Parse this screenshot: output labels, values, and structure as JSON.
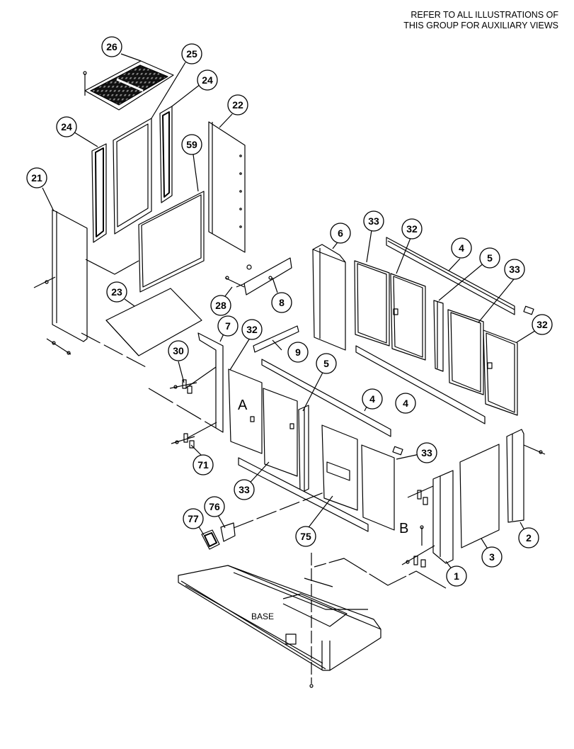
{
  "header": {
    "note_line1": "REFER TO ALL ILLUSTRATIONS OF",
    "note_line2": "THIS GROUP FOR AUXILIARY VIEWS"
  },
  "callouts": {
    "c26": "26",
    "c25": "25",
    "c24a": "24",
    "c24b": "24",
    "c22": "22",
    "c59": "59",
    "c21": "21",
    "c23": "23",
    "c28": "28",
    "c8": "8",
    "c6": "6",
    "c33a": "33",
    "c32a": "32",
    "c4a": "4",
    "c5a": "5",
    "c33b": "33",
    "c32b": "32",
    "c7": "7",
    "c32c": "32",
    "c30": "30",
    "c9": "9",
    "c5b": "5",
    "c4b": "4",
    "c4c": "4",
    "c33c": "33",
    "c71": "71",
    "c33d": "33",
    "c76": "76",
    "c77": "77",
    "c75": "75",
    "c2": "2",
    "c3": "3",
    "c1": "1"
  },
  "labels": {
    "area_a": "A",
    "area_b": "B",
    "base": "BASE"
  }
}
